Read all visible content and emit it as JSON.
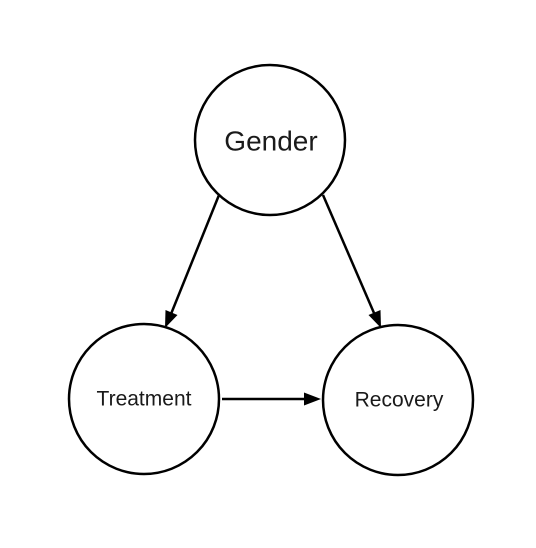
{
  "diagram": {
    "nodes": {
      "gender": {
        "label": "Gender"
      },
      "treatment": {
        "label": "Treatment"
      },
      "recovery": {
        "label": "Recovery"
      }
    },
    "edges": [
      {
        "from": "gender",
        "to": "treatment"
      },
      {
        "from": "gender",
        "to": "recovery"
      },
      {
        "from": "treatment",
        "to": "recovery"
      }
    ],
    "colors": {
      "stroke": "#000000",
      "background": "#ffffff"
    }
  }
}
